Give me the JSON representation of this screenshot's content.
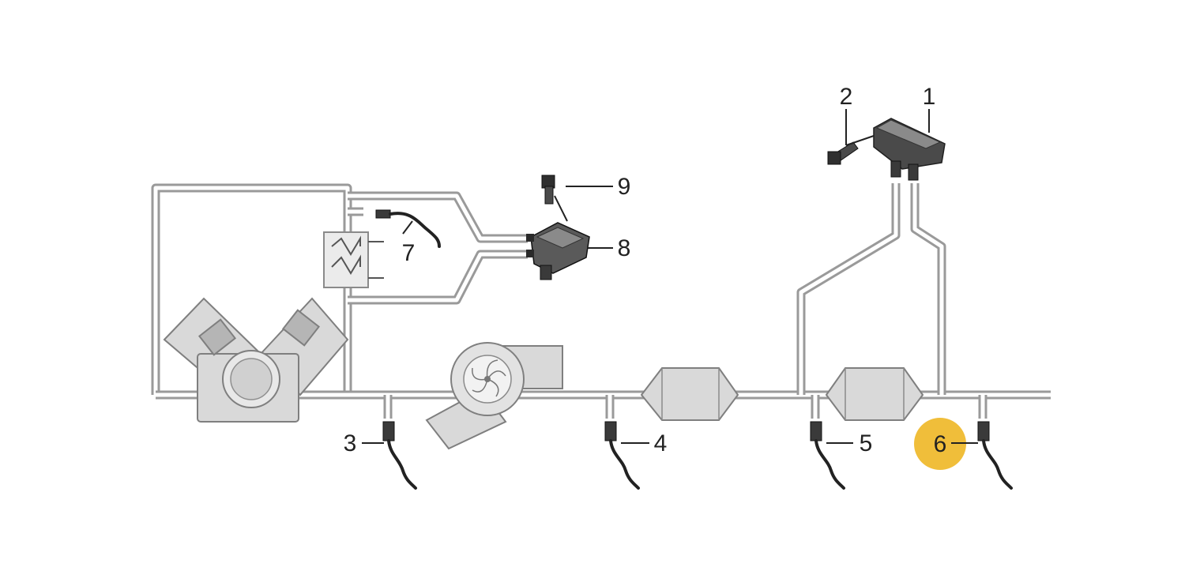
{
  "diagram": {
    "callouts": [
      {
        "id": "1",
        "label": "1"
      },
      {
        "id": "2",
        "label": "2"
      },
      {
        "id": "3",
        "label": "3"
      },
      {
        "id": "4",
        "label": "4"
      },
      {
        "id": "5",
        "label": "5"
      },
      {
        "id": "6",
        "label": "6",
        "highlighted": true
      },
      {
        "id": "7",
        "label": "7"
      },
      {
        "id": "8",
        "label": "8"
      },
      {
        "id": "9",
        "label": "9"
      }
    ],
    "colors": {
      "highlight": "#f0be3a",
      "pipe": "#9a9a9a",
      "component_fill": "#d9d9d9",
      "text": "#222222"
    }
  }
}
